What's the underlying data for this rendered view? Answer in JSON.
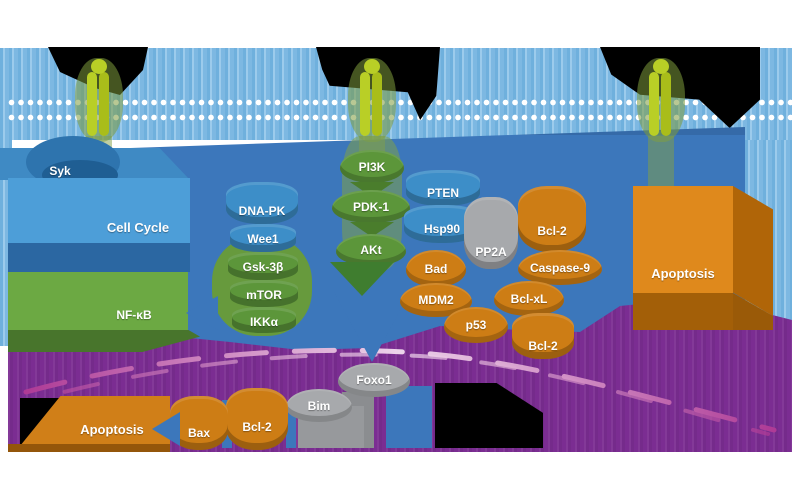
{
  "pathway": {
    "nodes": {
      "syk": "Syk",
      "cell_cycle": "Cell Cycle",
      "nfkb": "NF-κB",
      "dna_pk": "DNA-PK",
      "wee1": "Wee1",
      "gsk3b": "Gsk-3β",
      "mtor": "mTOR",
      "ikka": "IKKα",
      "pi3k": "PI3K",
      "pdk1": "PDK-1",
      "akt": "AKt",
      "pten": "PTEN",
      "hsp90": "Hsp90",
      "pp2a": "PP2A",
      "bad": "Bad",
      "mdm2": "MDM2",
      "p53": "p53",
      "bcl2_upper": "Bcl-2",
      "caspase9": "Caspase-9",
      "bclxl": "Bcl-xL",
      "bcl2_mid": "Bcl-2",
      "apoptosis_right": "Apoptosis",
      "foxo1": "Foxo1",
      "bim": "Bim",
      "bcl2_lower": "Bcl-2",
      "bax": "Bax",
      "apoptosis_left": "Apoptosis"
    },
    "colors": {
      "membrane_stripe": "#7db8e2",
      "cytoplasm": "#3c77bb",
      "nucleus": "#7b2d92",
      "kinase_green": "#5c963a",
      "box_green": "#6ca943",
      "protein_blue": "#3d8ec8",
      "protein_orange": "#cd7d15",
      "protein_gray": "#a7a9ac",
      "receptor_green": "#b9cf26"
    }
  }
}
